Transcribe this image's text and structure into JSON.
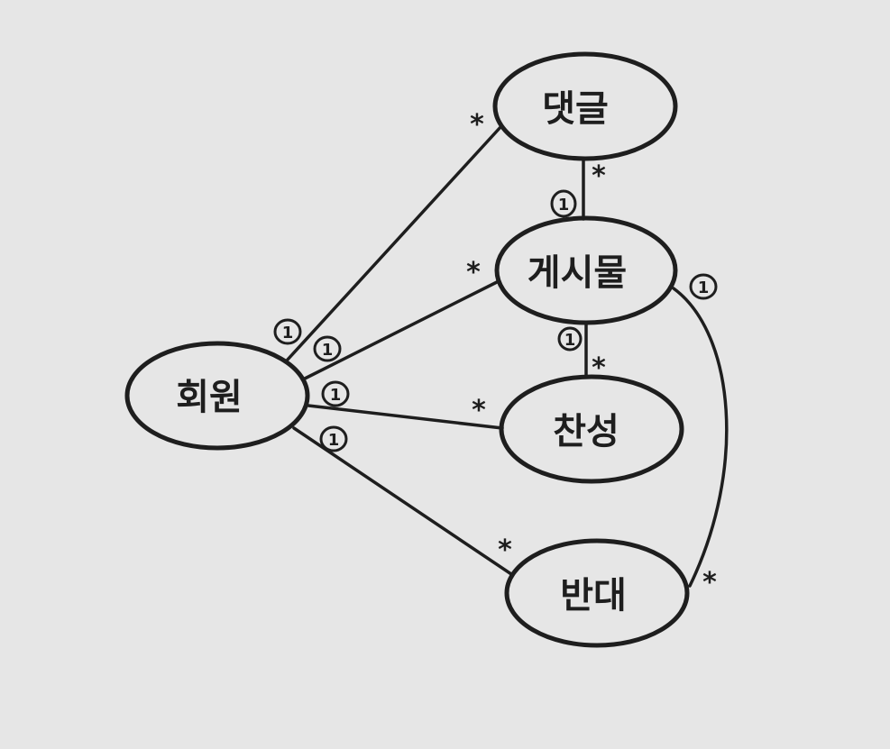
{
  "entities": {
    "member": "회원",
    "comment": "댓글",
    "post": "게시물",
    "upvote": "찬성",
    "downvote": "반대"
  },
  "relationships": [
    {
      "from": "회원",
      "to": "댓글",
      "from_multiplicity": "1",
      "to_multiplicity": "*"
    },
    {
      "from": "회원",
      "to": "게시물",
      "from_multiplicity": "1",
      "to_multiplicity": "*"
    },
    {
      "from": "회원",
      "to": "찬성",
      "from_multiplicity": "1",
      "to_multiplicity": "*"
    },
    {
      "from": "회원",
      "to": "반대",
      "from_multiplicity": "1",
      "to_multiplicity": "*"
    },
    {
      "from": "게시물",
      "to": "댓글",
      "from_multiplicity": "1",
      "to_multiplicity": "*"
    },
    {
      "from": "게시물",
      "to": "찬성",
      "from_multiplicity": "1",
      "to_multiplicity": "*"
    },
    {
      "from": "게시물",
      "to": "반대",
      "from_multiplicity": "1",
      "to_multiplicity": "*"
    }
  ],
  "colors": {
    "background": "#e6e6e6",
    "stroke": "#1e1e1e"
  }
}
